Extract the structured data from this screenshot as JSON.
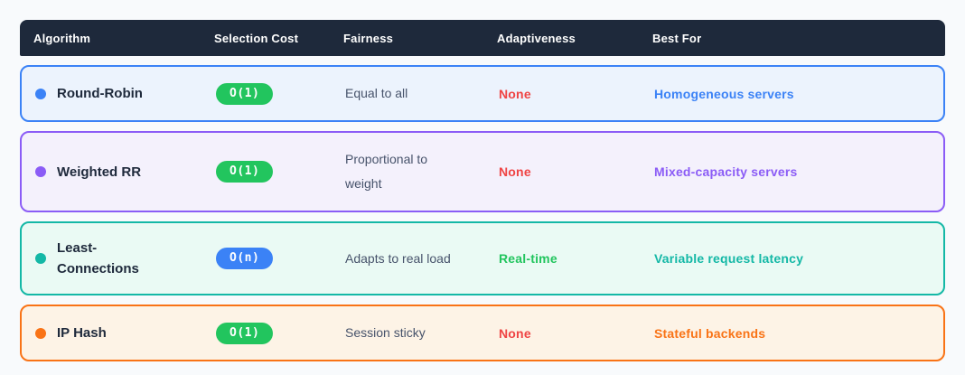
{
  "header": {
    "columns": [
      "Algorithm",
      "Selection Cost",
      "Fairness",
      "Adaptiveness",
      "Best For"
    ],
    "bg_color": "#1e293b",
    "text_color": "#ffffff"
  },
  "rows": [
    {
      "algorithm": "Round-Robin",
      "selection_cost": "O(1)",
      "cost_badge_color": "#22c55e",
      "fairness": "Equal to all",
      "adaptiveness": "None",
      "adaptiveness_color": "#ef4444",
      "best_for": "Homogeneous servers",
      "accent_color": "#3b82f6",
      "row_bg_color": "#ecf3fd"
    },
    {
      "algorithm": "Weighted RR",
      "selection_cost": "O(1)",
      "cost_badge_color": "#22c55e",
      "fairness": "Proportional to weight",
      "adaptiveness": "None",
      "adaptiveness_color": "#ef4444",
      "best_for": "Mixed-capacity servers",
      "accent_color": "#8b5cf6",
      "row_bg_color": "#f4f1fc"
    },
    {
      "algorithm": "Least-Connections",
      "selection_cost": "O(n)",
      "cost_badge_color": "#3b82f6",
      "fairness": "Adapts to real load",
      "adaptiveness": "Real-time",
      "adaptiveness_color": "#22c55e",
      "best_for": "Variable request latency",
      "accent_color": "#14b8a6",
      "row_bg_color": "#eafaf4"
    },
    {
      "algorithm": "IP Hash",
      "selection_cost": "O(1)",
      "cost_badge_color": "#22c55e",
      "fairness": "Session sticky",
      "adaptiveness": "None",
      "adaptiveness_color": "#ef4444",
      "best_for": "Stateful backends",
      "accent_color": "#f97316",
      "row_bg_color": "#fdf3e6"
    }
  ]
}
